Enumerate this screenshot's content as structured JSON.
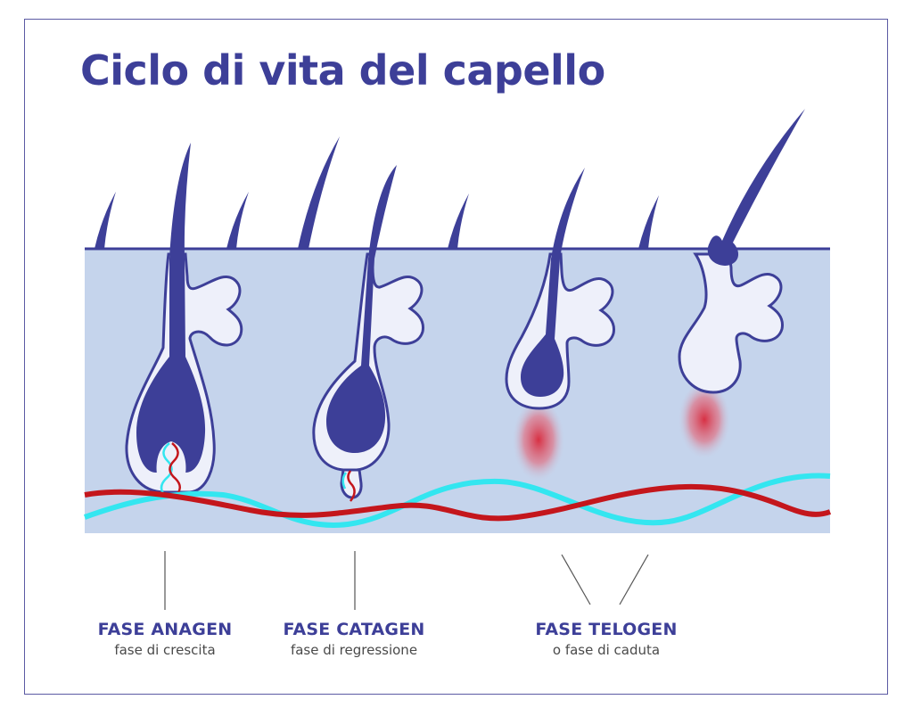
{
  "title": "Ciclo di vita del capello",
  "phases": [
    {
      "name": "FASE ANAGEN",
      "description": "fase di crescita"
    },
    {
      "name": "FASE CATAGEN",
      "description": "fase di regressione"
    },
    {
      "name": "FASE TELOGEN",
      "description": "o fase di caduta"
    }
  ],
  "colors": {
    "primary": "#3d3f98",
    "skin": "#c5d4ec",
    "follicle": "#eef0fa",
    "blood_vessel": "#c4161c",
    "lymph_vessel": "#33e6f0",
    "text_secondary": "#4a4a4a"
  }
}
